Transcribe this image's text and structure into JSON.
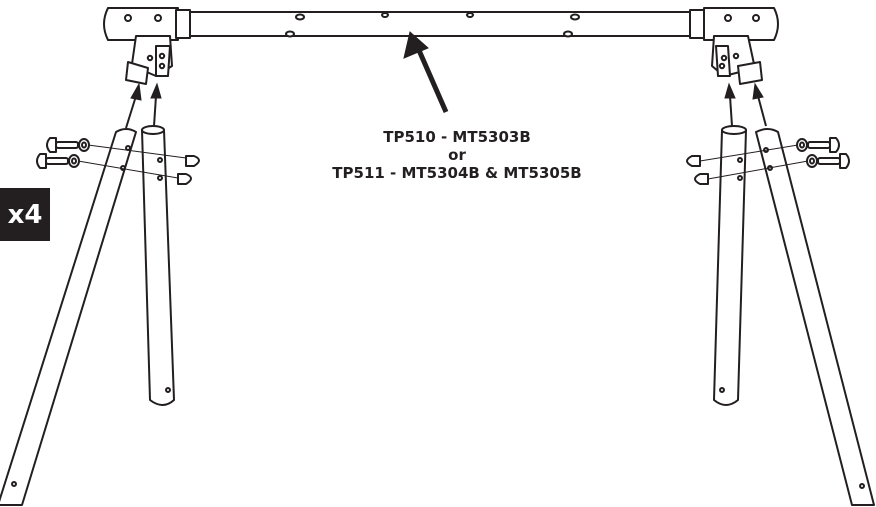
{
  "badge": {
    "text": "x4"
  },
  "labels": {
    "line1": "TP510 - MT5303B",
    "line2": "or",
    "line3": "TP511 - MT5304B & MT5305B"
  },
  "colors": {
    "ink": "#231f20",
    "paper": "#ffffff"
  }
}
